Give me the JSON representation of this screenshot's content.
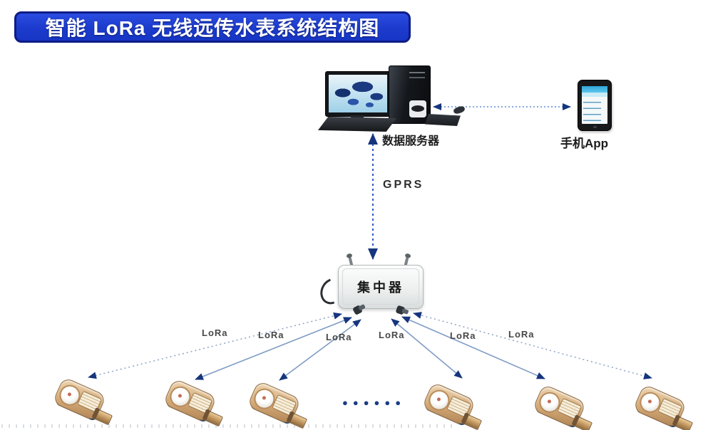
{
  "title": {
    "text": "智能 LoRa 无线远传水表系统结构图"
  },
  "nodes": {
    "server": {
      "label": "数据服务器"
    },
    "phone": {
      "label": "手机App"
    },
    "concentrator": {
      "label": "集中器"
    }
  },
  "links": {
    "gprs_label": "GPRS",
    "lora_labels": [
      "LoRa",
      "LoRa",
      "LoRa",
      "LoRa",
      "LoRa",
      "LoRa"
    ]
  },
  "meters": {
    "more_indicator": "●●●●●●"
  },
  "colors": {
    "title_background": "#1c3bcd",
    "title_border": "#0d1c86",
    "arrowhead_navy": "#16357e",
    "gprs_line_blue": "#2b57c8",
    "lora_line_light": "#7f9cc4",
    "meter_brass": "#d3a976"
  }
}
